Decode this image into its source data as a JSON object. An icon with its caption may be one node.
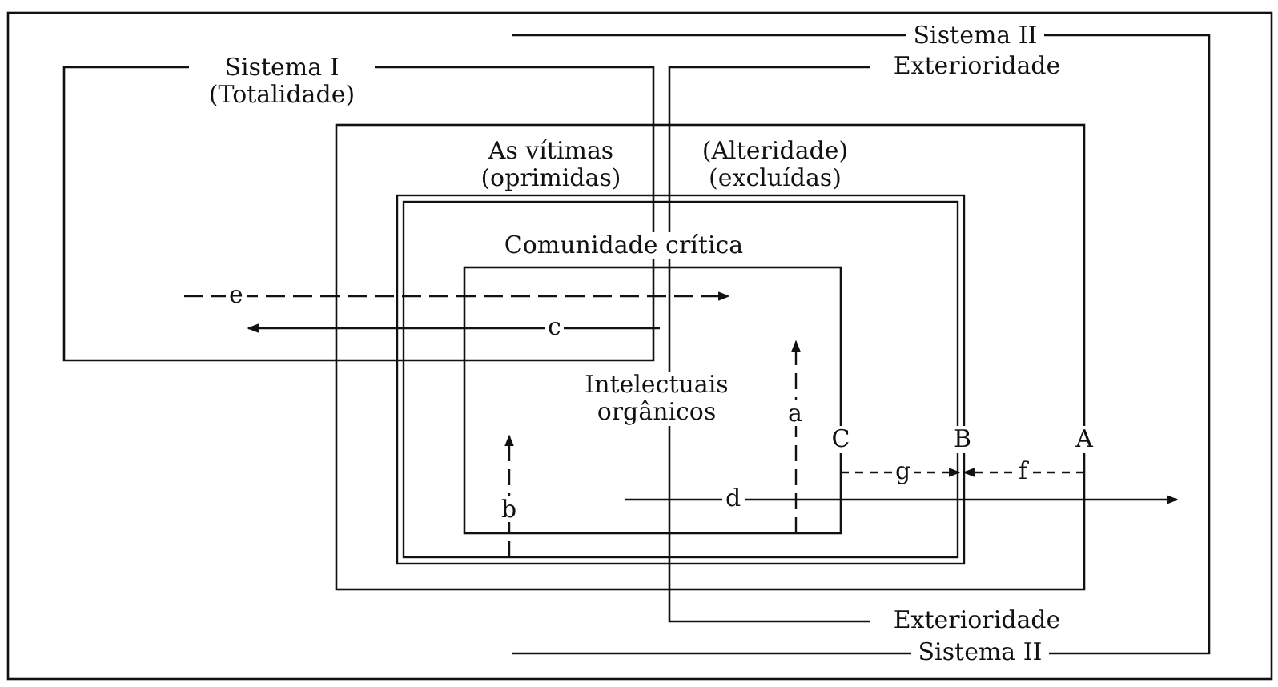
{
  "diagram": {
    "nodes": [
      {
        "text": [
          "Sistema I (Totalidade)"
        ]
      },
      {
        "text": [
          "Sistema II"
        ]
      },
      {
        "text": [
          "Exterioridade"
        ]
      },
      {
        "text": [
          "As vítimas (oprimidas)",
          "(Alteridade) (excluídas)"
        ],
        "beside": [
          "A"
        ]
      },
      {
        "text": [
          "Comunidade crítica"
        ],
        "beside": [
          "B"
        ],
        "in": 3
      },
      {
        "text": [
          "Intelectuais orgânicos"
        ],
        "beside": [
          "C"
        ],
        "in": 4
      },
      {
        "text": [
          "Exterioridade"
        ]
      },
      {
        "text": [
          "Sistema II"
        ]
      }
    ],
    "edges": [
      {
        "from": null,
        "to": 5,
        "arrow": "to",
        "style": "dashed",
        "label": "e"
      },
      {
        "from": 5,
        "to": null,
        "arrow": "to",
        "label": "c"
      },
      {
        "from": null,
        "to": 5,
        "arrow": "to",
        "style": "dashed",
        "label": "a"
      },
      {
        "from": 4,
        "to": 5,
        "arrow": "to",
        "style": "dashed",
        "label": "b"
      },
      {
        "from": 5,
        "to": null,
        "arrow": "to",
        "label": "d"
      },
      {
        "from": 5,
        "to": 4,
        "arrow": "to",
        "style": "dashed",
        "label": "g"
      },
      {
        "from": 3,
        "to": 4,
        "arrow": "to",
        "style": "dashed",
        "label": "f"
      }
    ]
  }
}
